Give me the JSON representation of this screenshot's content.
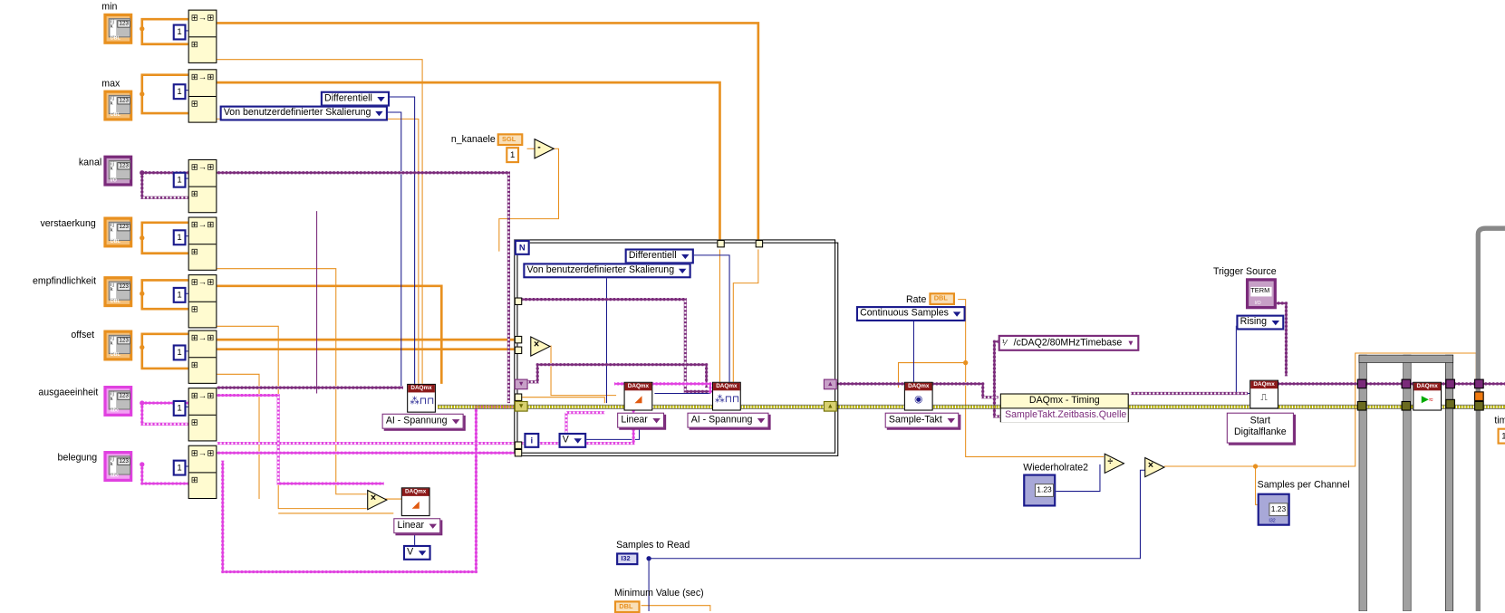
{
  "diagram": {
    "type": "LabVIEW block diagram",
    "colors": {
      "dbl_wire": "#e8901f",
      "io_wire": "#7a2a7a",
      "string_wire": "#e040e0",
      "int_wire": "#1a1a8c",
      "error_wire": "#b5b000",
      "daqmx_header": "#8c1a1a",
      "primitive_fill": "#fff7c0"
    }
  },
  "controls": [
    {
      "label": "min",
      "type": "DBL"
    },
    {
      "label": "max",
      "type": "DBL"
    },
    {
      "label": "kanal",
      "type": "I/O"
    },
    {
      "label": "verstaerkung",
      "type": "DBL"
    },
    {
      "label": "empfindlichkeit",
      "type": "DBL"
    },
    {
      "label": "offset",
      "type": "DBL"
    },
    {
      "label": "ausgaeeinheit",
      "type": "abc"
    },
    {
      "label": "belegung",
      "type": "abc"
    }
  ],
  "array_index_constant": "1",
  "array_numeric_glyph": "123",
  "top_enums": {
    "terminal_config": "Differentiell",
    "scale_type": "Von benutzerdefinierter Skalierung"
  },
  "n_kanaele": {
    "label": "n_kanaele",
    "type": "SGL",
    "constant": "1",
    "op": "-"
  },
  "for_loop": {
    "count_terminal": "N",
    "iteration_terminal": "i",
    "terminal_config": "Differentiell",
    "scale_type": "Von benutzerdefinierter Skalierung",
    "multiply_op": "×",
    "scale_ring": "Linear",
    "channel_ring": "AI - Spannung",
    "units_enum": "V"
  },
  "outer_nodes": {
    "channel_ring": "AI - Spannung",
    "scale_ring": "Linear",
    "units_enum": "V",
    "multiply_op": "×"
  },
  "daqmx_label": "DAQmx",
  "timing": {
    "rate_label": "Rate",
    "rate_type": "DBL",
    "sample_mode": "Continuous Samples",
    "timing_ring": "Sample-Takt",
    "timebase_constant": "/cDAQ2/80MHzTimebase",
    "property_node_title": "DAQmx - Timing",
    "property_node_item": "SampleTakt.Zeitbasis.Quelle"
  },
  "math": {
    "wiederholrate_label": "Wiederholrate2",
    "wiederholrate_value": "1.23",
    "divide_op": "÷",
    "multiply_op": "×"
  },
  "trigger": {
    "source_label": "Trigger Source",
    "source_value": "TERM",
    "source_type": "I/O",
    "edge": "Rising",
    "ring_line1": "Start",
    "ring_line2": "Digitalflanke"
  },
  "samples_per_channel": {
    "label": "Samples per Channel",
    "value": "1.23",
    "type": "I32"
  },
  "samples_to_read": {
    "label": "Samples to Read",
    "type": "I32"
  },
  "minimum_value": {
    "label": "Minimum Value (sec)",
    "type": "DBL"
  },
  "right_edge": {
    "label_partial": "tim",
    "const_partial": "1"
  }
}
